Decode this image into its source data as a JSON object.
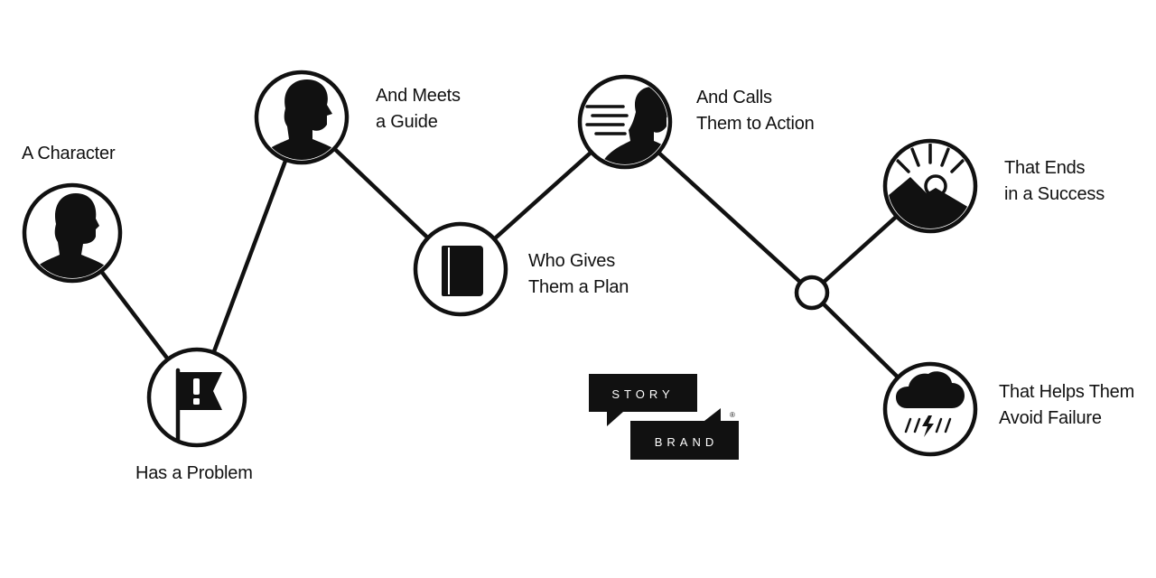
{
  "steps": [
    {
      "id": "character",
      "lines": [
        "A Character"
      ],
      "icon": "person-silhouette-icon"
    },
    {
      "id": "problem",
      "lines": [
        "Has a Problem"
      ],
      "icon": "flag-exclamation-icon"
    },
    {
      "id": "guide",
      "lines": [
        "And Meets",
        "a Guide"
      ],
      "icon": "guide-silhouette-icon"
    },
    {
      "id": "plan",
      "lines": [
        "Who Gives",
        "Them a Plan"
      ],
      "icon": "book-icon"
    },
    {
      "id": "action",
      "lines": [
        "And Calls",
        "Them to Action"
      ],
      "icon": "moving-person-icon"
    },
    {
      "id": "success",
      "lines": [
        "That Ends",
        "in a Success"
      ],
      "icon": "sun-mountain-icon"
    },
    {
      "id": "failure",
      "lines": [
        "That Helps Them",
        "Avoid Failure"
      ],
      "icon": "storm-cloud-icon"
    }
  ],
  "logo": {
    "top": "STORY",
    "bottom": "BRAND",
    "mark": "®"
  },
  "colors": {
    "ink": "#111111",
    "background": "#ffffff"
  }
}
